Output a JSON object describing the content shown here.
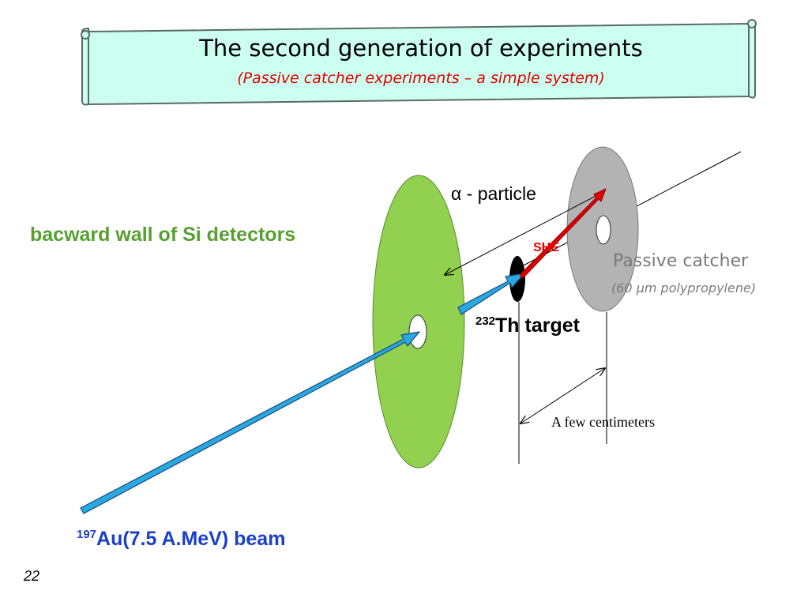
{
  "title": {
    "main": "The second generation of experiments",
    "subtitle": "(Passive catcher experiments – a simple system)"
  },
  "labels": {
    "backward_wall": "bacward wall of Si detectors",
    "alpha_particle": "α - particle",
    "she": "SHE",
    "passive_catcher": "Passive catcher",
    "catcher_material": "(60 μm polypropylene)",
    "target_mass": "232",
    "target_name": "Th target",
    "distance": "A few centimeters",
    "beam_mass": "197",
    "beam_name": "Au(7.5 A.MeV) beam"
  },
  "slide_number": "22",
  "colors": {
    "banner_fill": "#ccfff0",
    "si_wall": "#92d050",
    "catcher": "#b3b3b3",
    "beam_arrow": "#2aa8e0",
    "she_arrow": "#e00000",
    "wall_label": "#56a030",
    "beam_label": "#1c3fc8",
    "title_sub": "#e00000"
  },
  "icons": {
    "banner": "scroll-banner"
  }
}
